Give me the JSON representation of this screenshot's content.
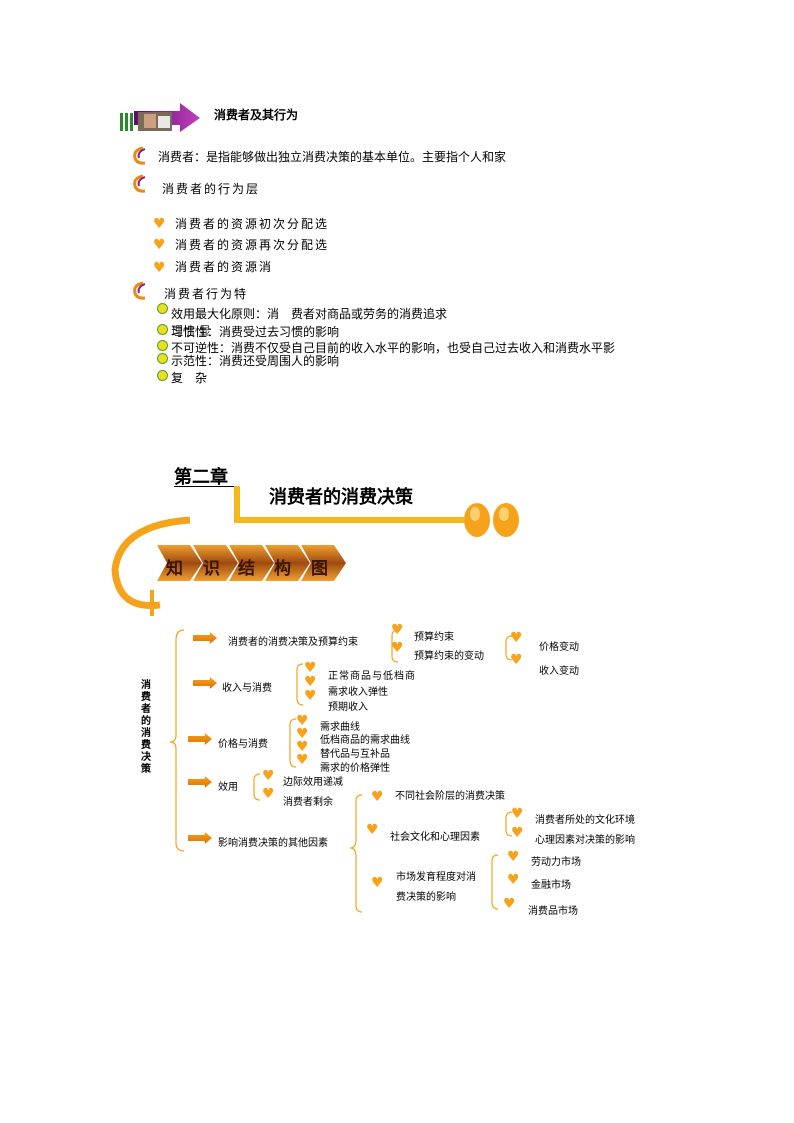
{
  "section1": {
    "header": "消费者及其行为",
    "consumer_def": "消费者：是指能够做出独立消费决策的基本单位。主要指个人和家",
    "behavior_levels_title": "消费者的行为层",
    "levels": [
      "消费者的资源初次分配选",
      "消费者的资源再次分配选",
      "消费者的资源消"
    ],
    "features_title": "消费者行为特",
    "features": [
      "效用最大化原则：消　费者对商品或劳务的消费追求",
      "习惯性：消费受过去习惯的影响",
      "不可逆性：消费不仅受自己目前的收入水平的影响，也受自己过去收入和消费水平影",
      "示范性：消费还受周围人的影响",
      "复　杂"
    ],
    "overlap_text": "理性 显"
  },
  "chapter": {
    "number": "第二章",
    "title": "消费者的消费决策",
    "banner": [
      "知",
      "识",
      "结",
      "构",
      "图"
    ]
  },
  "tree": {
    "root": "消费者的消费决策",
    "branches": [
      {
        "label": "消费者的消费决策及预算约束",
        "children": [
          "预算约束",
          "预算约束的变动"
        ],
        "sub": [
          "价格变动",
          "收入变动"
        ]
      },
      {
        "label": "收入与消费",
        "children": [
          "正常商品与低档商",
          "需求收入弹性",
          "预期收入"
        ]
      },
      {
        "label": "价格与消费",
        "children": [
          "需求曲线",
          "低档商品的需求曲线",
          "替代品与互补品",
          "需求的价格弹性"
        ]
      },
      {
        "label": "效用",
        "children": [
          "边际效用递减",
          "消费者剩余"
        ]
      },
      {
        "label": "影响消费决策的其他因素",
        "children": [
          "不同社会阶层的消费决策",
          "社会文化和心理因素",
          "市场发育程度对消",
          "费决策的影响"
        ],
        "culture": [
          "消费者所处的文化环境",
          "心理因素对决策的影响"
        ],
        "markets": [
          "劳动力市场",
          "金融市场",
          "消费品市场"
        ]
      }
    ]
  },
  "colors": {
    "orange": "#f7a21b",
    "purple": "#8a1a8a",
    "banner_dark": "#8a3a00"
  }
}
